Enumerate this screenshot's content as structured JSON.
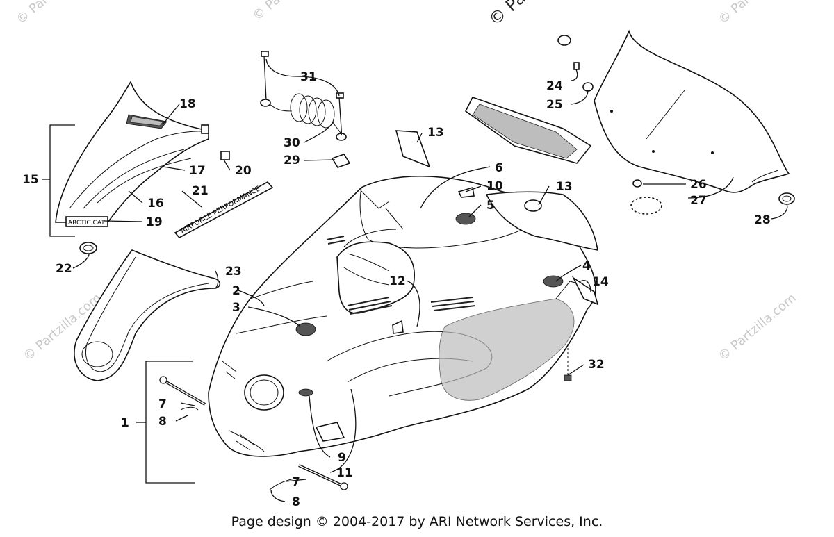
{
  "watermark": {
    "text": "© Partzilla.com",
    "top_text": "© Par"
  },
  "footer": "Page design © 2004-2017 by ARI Network Services, Inc.",
  "callouts": [
    {
      "id": "1",
      "text": "1"
    },
    {
      "id": "2",
      "text": "2"
    },
    {
      "id": "3",
      "text": "3"
    },
    {
      "id": "4",
      "text": "4"
    },
    {
      "id": "5",
      "text": "5"
    },
    {
      "id": "6",
      "text": "6"
    },
    {
      "id": "7a",
      "text": "7"
    },
    {
      "id": "7b",
      "text": "7"
    },
    {
      "id": "8a",
      "text": "8"
    },
    {
      "id": "8b",
      "text": "8"
    },
    {
      "id": "9",
      "text": "9"
    },
    {
      "id": "10",
      "text": "10"
    },
    {
      "id": "11",
      "text": "11"
    },
    {
      "id": "12",
      "text": "12"
    },
    {
      "id": "13a",
      "text": "13"
    },
    {
      "id": "13b",
      "text": "13"
    },
    {
      "id": "14",
      "text": "14"
    },
    {
      "id": "15",
      "text": "15"
    },
    {
      "id": "16",
      "text": "16"
    },
    {
      "id": "17",
      "text": "17"
    },
    {
      "id": "18",
      "text": "18"
    },
    {
      "id": "19",
      "text": "19"
    },
    {
      "id": "20",
      "text": "20"
    },
    {
      "id": "21",
      "text": "21"
    },
    {
      "id": "22",
      "text": "22"
    },
    {
      "id": "23",
      "text": "23"
    },
    {
      "id": "24",
      "text": "24"
    },
    {
      "id": "25",
      "text": "25"
    },
    {
      "id": "26",
      "text": "26"
    },
    {
      "id": "27",
      "text": "27"
    },
    {
      "id": "28",
      "text": "28"
    },
    {
      "id": "29",
      "text": "29"
    },
    {
      "id": "30",
      "text": "30"
    },
    {
      "id": "31",
      "text": "31"
    },
    {
      "id": "32",
      "text": "32"
    }
  ],
  "decals": {
    "brand": "ARCTIC CAT",
    "model": "AIRFORCE PERFORMANCE"
  }
}
